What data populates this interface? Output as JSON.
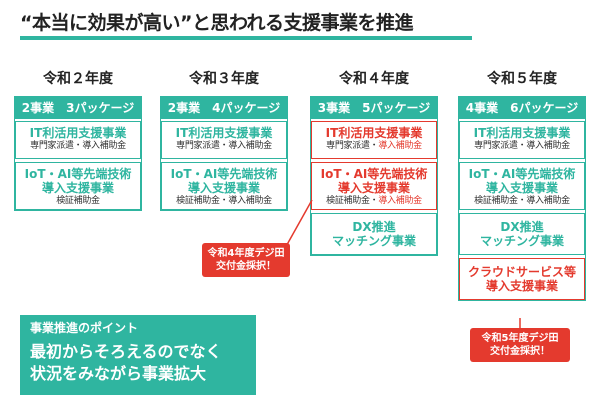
{
  "title": "“本当に効果が高い”と思われる支援事業を推進",
  "columns": [
    {
      "year": "令和２年度",
      "header": "2事業　3パッケージ",
      "cards": [
        {
          "title": "IT利活用支援事業",
          "sub_a": "専門家派遣・導入補助金",
          "sub_b": ""
        },
        {
          "title": "IoT・AI等先端技術\n導入支援事業",
          "sub_a": "検証補助金",
          "sub_b": ""
        }
      ]
    },
    {
      "year": "令和３年度",
      "header": "2事業　4パッケージ",
      "cards": [
        {
          "title": "IT利活用支援事業",
          "sub_a": "専門家派遣・導入補助金",
          "sub_b": ""
        },
        {
          "title": "IoT・AI等先端技術\n導入支援事業",
          "sub_a": "検証補助金・導入補助金",
          "sub_b": ""
        }
      ]
    },
    {
      "year": "令和４年度",
      "header": "3事業　5パッケージ",
      "cards": [
        {
          "title": "IT利活用支援事業",
          "sub_a": "専門家派遣・",
          "sub_b": "導入補助金"
        },
        {
          "title": "IoT・AI等先端技術\n導入支援事業",
          "sub_a": "検証補助金・",
          "sub_b": "導入補助金"
        },
        {
          "title": "DX推進\nマッチング事業"
        }
      ]
    },
    {
      "year": "令和５年度",
      "header": "4事業　6パッケージ",
      "cards": [
        {
          "title": "IT利活用支援事業",
          "sub_a": "専門家派遣・導入補助金",
          "sub_b": ""
        },
        {
          "title": "IoT・AI等先端技術\n導入支援事業",
          "sub_a": "検証補助金・導入補助金",
          "sub_b": ""
        },
        {
          "title": "DX推進\nマッチング事業"
        },
        {
          "title": "クラウドサービス等\n導入支援事業"
        }
      ]
    }
  ],
  "callout_r4": "令和4年度デジ田\n交付金採択！",
  "callout_r5": "令和5年度デジ田\n交付金採択！",
  "panel": {
    "label": "事業推進のポイント",
    "line1": "最初からそろえるのでなく",
    "line2": "状況をみながら事業拡大"
  },
  "colors": {
    "accent": "#2fb5a0",
    "alert": "#e43a2e"
  }
}
